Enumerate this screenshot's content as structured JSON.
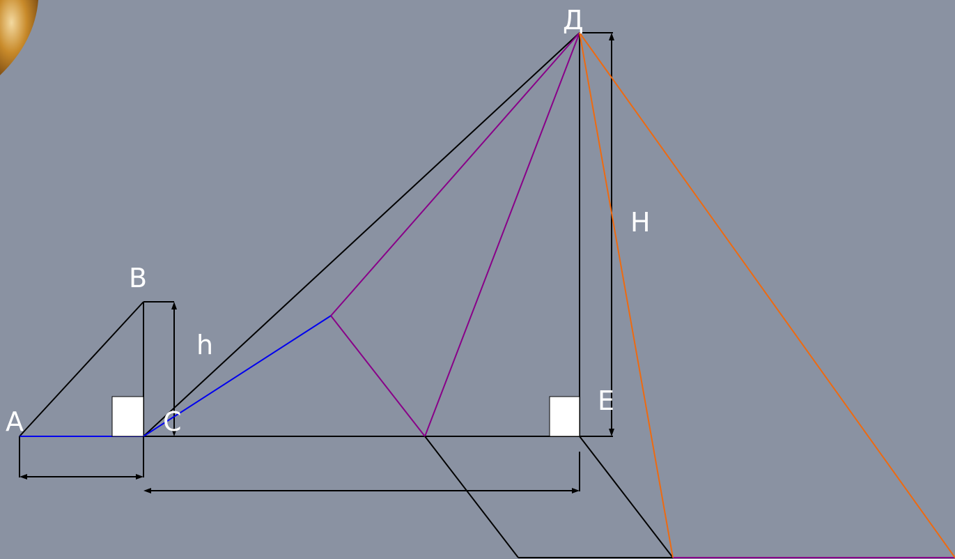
{
  "labels": {
    "A": "A",
    "B": "B",
    "C": "C",
    "h": "h",
    "D": "Д",
    "H": "H",
    "E": "E"
  },
  "colors": {
    "background": "#8a92a2",
    "black_line": "#000000",
    "blue_line": "#0000ee",
    "purple_line": "#880088",
    "orange_line": "#ee6a10",
    "right_angle_marker": "#ffffff",
    "corner_ornament": "#c88a2a"
  }
}
